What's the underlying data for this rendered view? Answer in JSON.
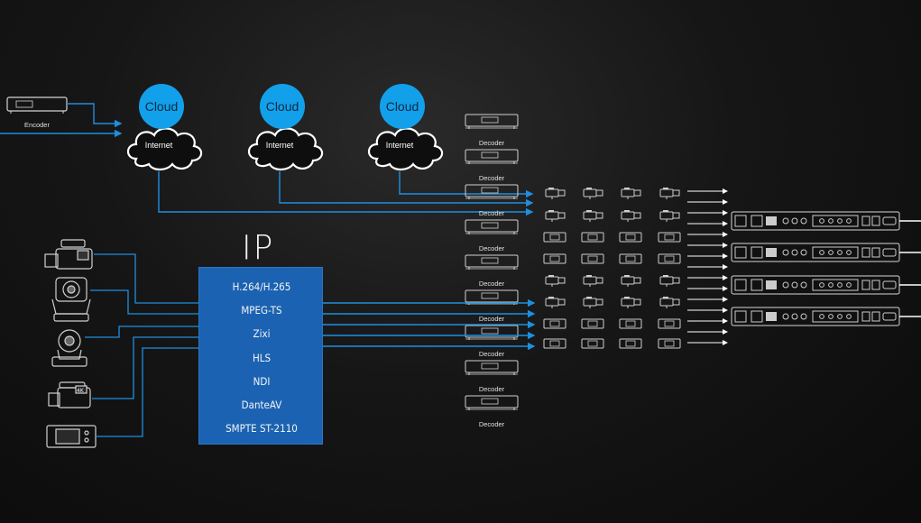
{
  "encoder": {
    "label": "Encoder"
  },
  "clouds": [
    {
      "cloud_label": "Cloud",
      "internet_label": "Internet"
    },
    {
      "cloud_label": "Cloud",
      "internet_label": "Internet"
    },
    {
      "cloud_label": "Cloud",
      "internet_label": "Internet"
    }
  ],
  "ip_block": {
    "title": "IP",
    "protocols": [
      "H.264/H.265",
      "MPEG-TS",
      "Zixi",
      "HLS",
      "NDI",
      "DanteAV",
      "SMPTE ST-2110"
    ]
  },
  "decoders": [
    "Decoder",
    "Decoder",
    "Decoder",
    "Decoder",
    "Decoder",
    "Decoder",
    "Decoder",
    "Decoder",
    "Decoder"
  ],
  "sources": [
    "camcorder-icon",
    "ptz-camera-icon",
    "ptz-camera-small-icon",
    "4k-camcorder-icon",
    "recorder-icon"
  ],
  "colors": {
    "line": "#1e8fe0",
    "cloud": "#13a0ea",
    "box": "#1b63b2",
    "background": "#111111"
  }
}
